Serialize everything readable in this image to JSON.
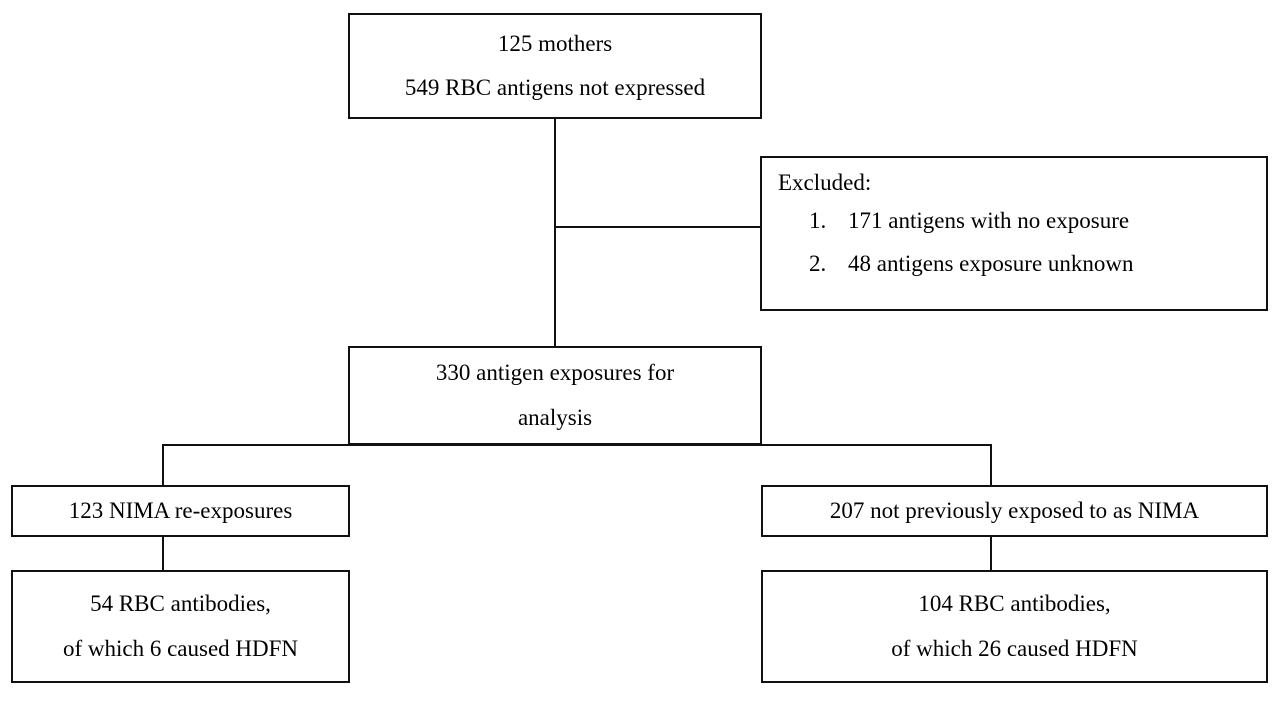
{
  "diagram": {
    "type": "flowchart",
    "title": "RBC antigen exposure study flow",
    "border_color": "#111111",
    "background_color": "#ffffff",
    "nodes": {
      "mothers": {
        "line1": "125 mothers",
        "line2": "549 RBC antigens not expressed"
      },
      "excluded": {
        "title": "Excluded:",
        "items": [
          "171 antigens with no exposure",
          "48 antigens exposure unknown"
        ]
      },
      "analysis": {
        "line1": "330 antigen exposures for",
        "line2": "analysis"
      },
      "nima": {
        "line1": "123 NIMA re-exposures"
      },
      "not_nima": {
        "line1": "207 not previously exposed to as NIMA"
      },
      "antibodies_left": {
        "line1": "54 RBC antibodies,",
        "line2": "of which 6 caused HDFN"
      },
      "antibodies_right": {
        "line1": "104 RBC antibodies,",
        "line2": "of which 26 caused HDFN"
      }
    }
  }
}
